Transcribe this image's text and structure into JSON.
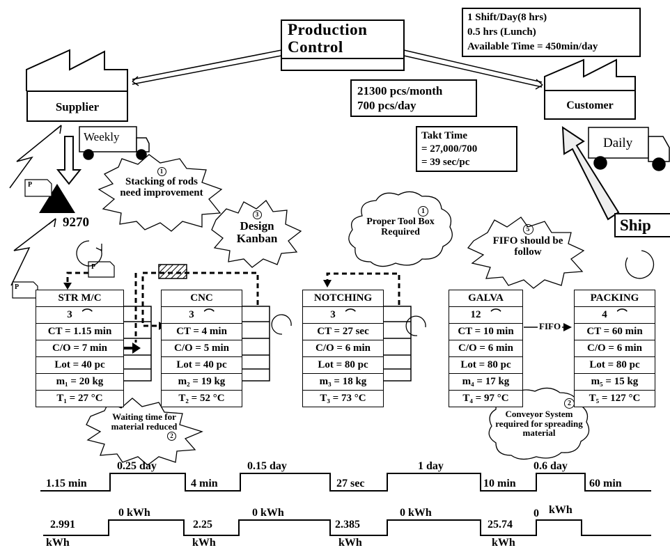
{
  "production_control": {
    "line1": "Production",
    "line2": "Control"
  },
  "customer_info": {
    "line1": "1 Shift/Day(8 hrs)",
    "line2": "0.5 hrs (Lunch)",
    "line3": "Available Time = 450min/day"
  },
  "supplier": {
    "label": "Supplier"
  },
  "customer": {
    "label": "Customer"
  },
  "demand": {
    "line1": "21300 pcs/month",
    "line2": "700 pcs/day"
  },
  "takt": {
    "line1": "Takt Time",
    "line2": "= 27,000/700",
    "line3": "= 39 sec/pc"
  },
  "trucks": {
    "supplier": "Weekly",
    "customer": "Daily"
  },
  "ship": {
    "label": "Ship"
  },
  "inventory": {
    "qty": "9270"
  },
  "kaizen": {
    "stacking": {
      "num": "1",
      "text": "Stacking of rods need improvement"
    },
    "kanban": {
      "num": "3",
      "text": "Design Kanban"
    },
    "toolbox": {
      "num": "1",
      "text": "Proper Tool Box Required"
    },
    "fifo": {
      "num": "5",
      "text": "FIFO should be follow"
    },
    "waiting": {
      "num": "2",
      "text": "Waiting time for material reduced"
    },
    "conveyor": {
      "num": "2",
      "text": "Conveyor System required for spreading material"
    }
  },
  "processes": [
    {
      "name": "STR M/C",
      "operators": "3",
      "ct": "CT = 1.15 min",
      "co": "C/O = 7 min",
      "lot": "Lot = 40 pc",
      "mass": "m₁ = 20 kg",
      "temp": "T₁ = 27 °C"
    },
    {
      "name": "CNC",
      "operators": "3",
      "ct": "CT = 4 min",
      "co": "C/O = 5 min",
      "lot": "Lot = 40 pc",
      "mass": "m₂ = 19 kg",
      "temp": "T₂ = 52 °C"
    },
    {
      "name": "NOTCHING",
      "operators": "3",
      "ct": "CT = 27 sec",
      "co": "C/O = 6 min",
      "lot": "Lot = 80 pc",
      "mass": "m₃ = 18 kg",
      "temp": "T₃ = 73 °C"
    },
    {
      "name": "GALVA",
      "operators": "12",
      "ct": "CT = 10 min",
      "co": "C/O = 6 min",
      "lot": "Lot = 80 pc",
      "mass": "m₄ = 17 kg",
      "temp": "T₄ = 97 °C"
    },
    {
      "name": "PACKING",
      "operators": "4",
      "ct": "CT = 60 min",
      "co": "C/O = 6 min",
      "lot": "Lot = 80 pc",
      "mass": "m₅ = 15 kg",
      "temp": "T₅ = 127 °C"
    }
  ],
  "fifo_label": "FIFO",
  "timeline": {
    "process_times": [
      "1.15 min",
      "4 min",
      "27 sec",
      "10 min",
      "60 min"
    ],
    "wait_times": [
      "0.25 day",
      "0.15 day",
      "1 day",
      "0.6 day"
    ]
  },
  "energy": {
    "process_values": [
      "2.991",
      "2.25",
      "2.385",
      "25.74"
    ],
    "unit": "kWh",
    "wait_values": [
      "0 kWh",
      "0 kWh",
      "0 kWh",
      "0",
      "kWh"
    ]
  }
}
